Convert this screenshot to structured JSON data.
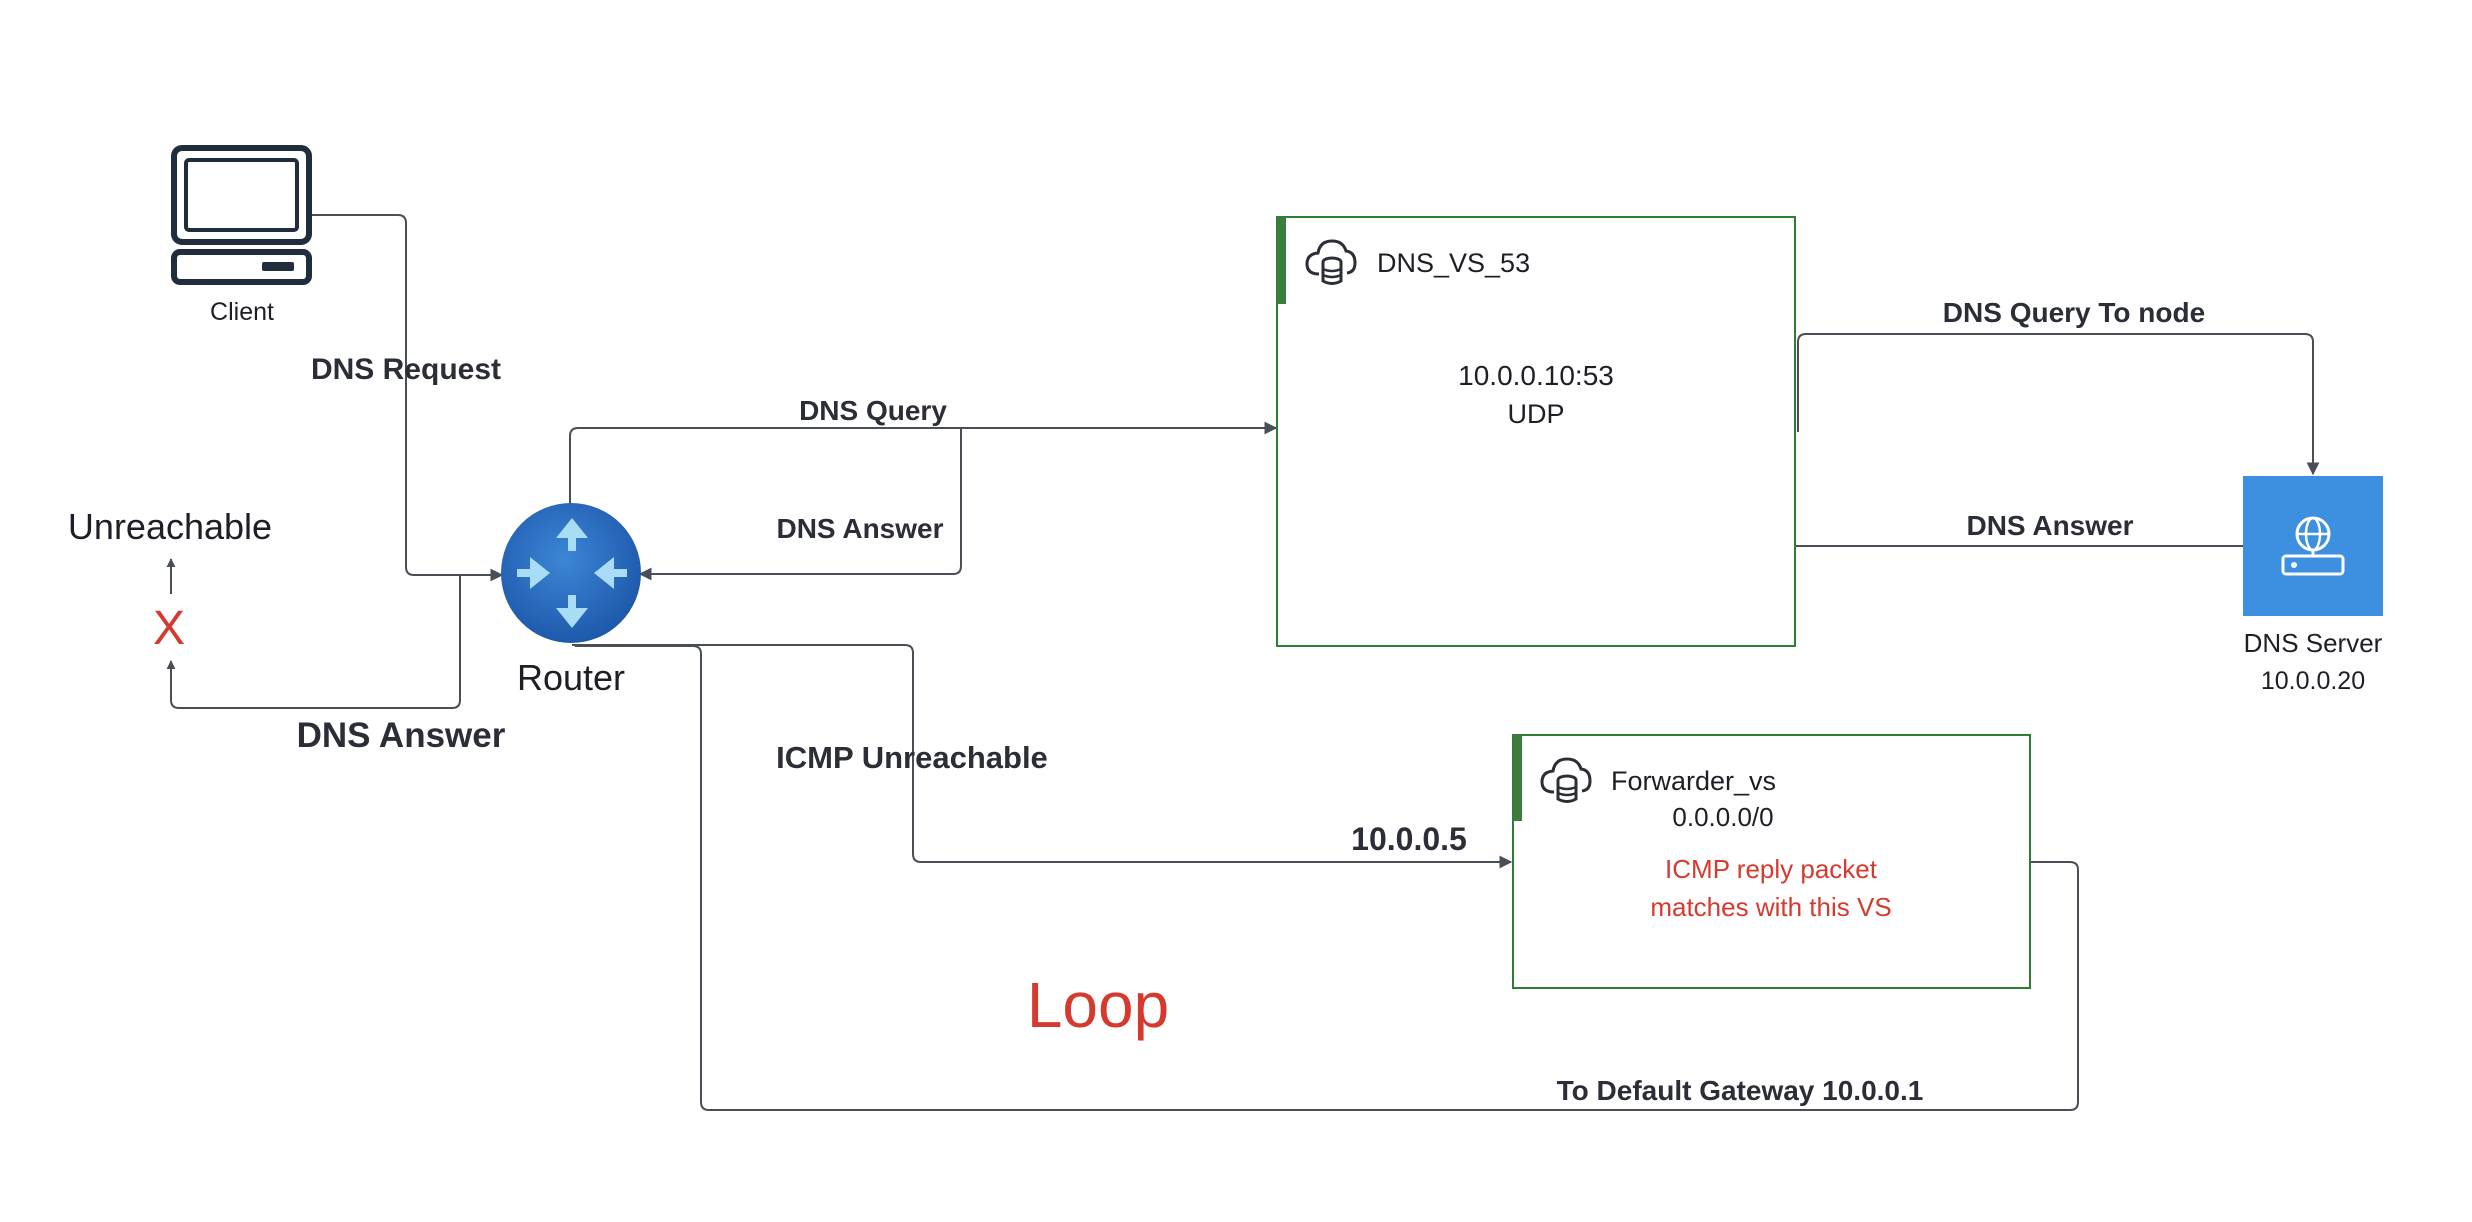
{
  "client": {
    "label": "Client"
  },
  "router": {
    "label": "Router"
  },
  "unreachable": {
    "label": "Unreachable",
    "x_mark": "X"
  },
  "dns_vs": {
    "name": "DNS_VS_53",
    "address": "10.0.0.10:53",
    "protocol": "UDP"
  },
  "dns_server": {
    "label": "DNS Server",
    "ip": "10.0.0.20"
  },
  "forwarder_vs": {
    "name": "Forwarder_vs",
    "address": "0.0.0.0/0",
    "note_line1": "ICMP reply packet",
    "note_line2": "matches with this  VS"
  },
  "edges": {
    "dns_request": "DNS Request",
    "dns_query": "DNS Query",
    "dns_answer_router": "DNS Answer",
    "dns_answer_client": "DNS Answer",
    "dns_query_to_node": "DNS Query To node",
    "dns_answer_server": "DNS Answer",
    "icmp_unreachable": "ICMP Unreachable",
    "forward_ip": "10.0.0.5",
    "to_default_gateway": "To Default Gateway 10.0.0.1"
  },
  "loop_label": "Loop",
  "icons": {
    "client": "desktop-computer-icon",
    "router": "router-icon",
    "dns_vs": "cloud-database-icon",
    "dns_server": "globe-server-icon",
    "forwarder_vs": "cloud-database-icon"
  },
  "colors": {
    "vs_border": "#2e7d32",
    "vs_accent": "#3a7d3e",
    "server_blue": "#3d8fe0",
    "router_blue": "#1f63b8",
    "router_arrows": "#a9dcf5",
    "alert_red": "#d63a2f",
    "connector": "#4a4e57"
  }
}
